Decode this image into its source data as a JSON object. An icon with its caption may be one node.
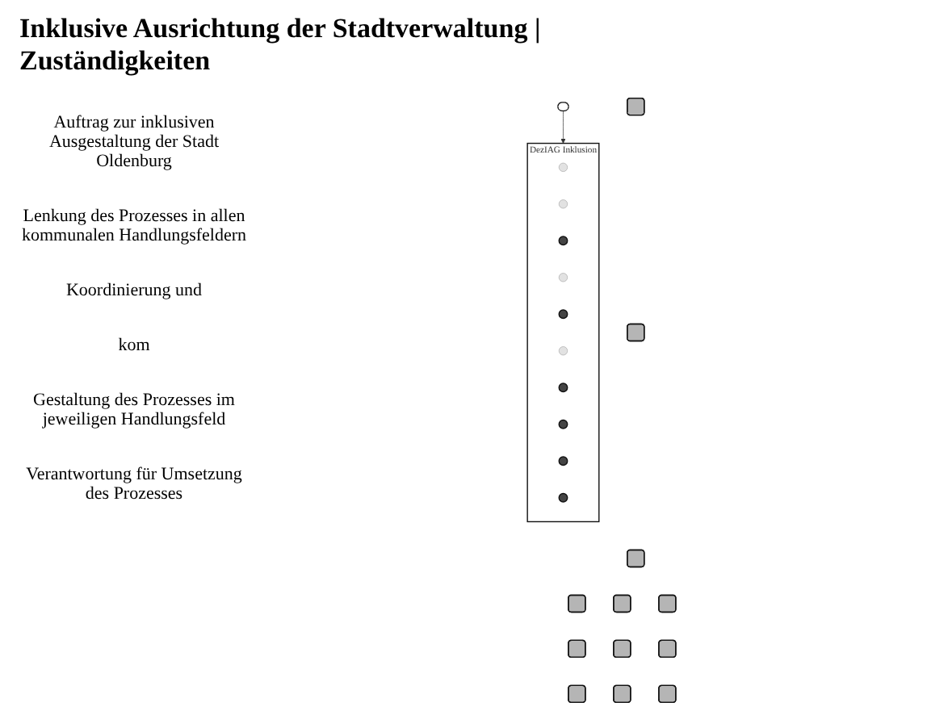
{
  "diagram": {
    "title": "Inklusive Ausrichtung der Stadtverwaltung | Zuständigkeiten",
    "nodes": [
      {
        "text": [
          "DezIAG Inklusion"
        ]
      },
      {
        "text": [],
        "shape": "circle",
        "in": 0
      },
      {
        "text": [],
        "shape": "circle",
        "in": 0
      },
      {
        "text": [],
        "shape": "circle",
        "in": 0
      },
      {
        "text": [],
        "shape": "circle",
        "in": 0
      },
      {
        "text": [],
        "shape": "circle",
        "in": 0
      },
      {
        "text": [],
        "shape": "circle",
        "in": 0
      },
      {
        "text": [],
        "shape": "circle",
        "in": 0
      },
      {
        "text": [],
        "shape": "circle",
        "in": 0
      },
      {
        "text": [],
        "shape": "circle",
        "in": 0
      },
      {
        "text": [],
        "shape": "circle",
        "in": 0
      },
      {
        "text": [],
        "shape": "box"
      },
      {
        "text": [],
        "shape": "box"
      },
      {
        "text": [],
        "shape": "box"
      },
      {
        "text": [],
        "shape": "box"
      },
      {
        "text": [],
        "shape": "box"
      },
      {
        "text": [],
        "shape": "box"
      },
      {
        "text": [],
        "shape": "box"
      },
      {
        "text": [],
        "shape": "box"
      },
      {
        "text": [],
        "shape": "box"
      },
      {
        "text": [],
        "shape": "box"
      },
      {
        "text": [],
        "shape": "box"
      },
      {
        "text": [],
        "shape": "box"
      },
      {
        "text": [],
        "shape": "ellipse"
      }
    ],
    "edges": [
      {
        "from": 23,
        "to": 0,
        "arrow": "to"
      }
    ],
    "labels": [
      "Auftrag zur inklusiven Ausgestaltung der Stadt Oldenburg",
      "Lenkung des Prozesses in allen kommunalen Handlungsfeldern",
      "Koordinierung und",
      "kom",
      "Gestaltung des Prozesses im jeweiligen Handlungsfeld",
      "Verantwortung für Umsetzung des Prozesses"
    ]
  }
}
